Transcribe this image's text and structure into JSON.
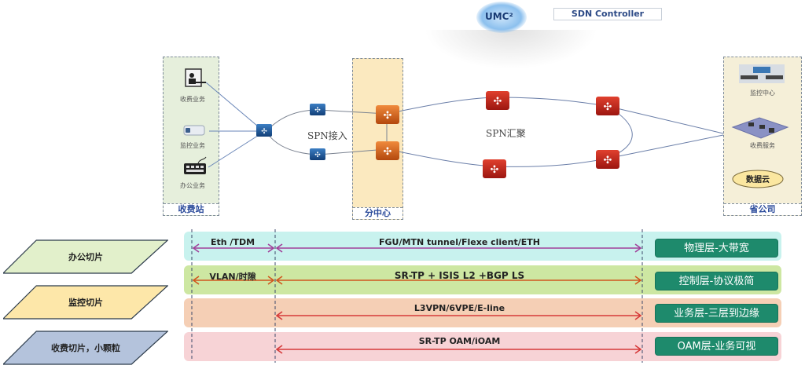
{
  "controller": {
    "logo_text": "UMC²",
    "title": "SDN Controller"
  },
  "sites": [
    {
      "name": "收费站",
      "devices": [
        "收费业务",
        "监控业务",
        "办公业务"
      ]
    },
    {
      "name": "分中心"
    },
    {
      "name": "省公司",
      "devices": [
        "监控中心",
        "收费服务",
        "数据云"
      ]
    }
  ],
  "rings": {
    "access": "SPN接入",
    "aggregation": "SPN汇聚"
  },
  "slices": [
    {
      "label": "办公切片",
      "color": "#e2f0cb"
    },
    {
      "label": "监控切片",
      "color": "#fde7a9"
    },
    {
      "label": "收费切片，小颗粒",
      "color": "#b4c3dc"
    }
  ],
  "layers": [
    {
      "left_label": "Eth /TDM",
      "main_label": "FGU/MTN tunnel/Flexe client/ETH",
      "tag": "物理层-大带宽",
      "band_color": "#c8f2ee",
      "arrow_color": "#a0409a"
    },
    {
      "left_label": "VLAN/时隙",
      "main_label": "SR-TP + ISIS L2 +BGP LS",
      "tag": "控制层-协议极简",
      "band_color": "#cde7a2",
      "arrow_color": "#d0561e"
    },
    {
      "left_label": "",
      "main_label": "L3VPN/6VPE/E-line",
      "tag": "业务层-三层到边缘",
      "band_color": "#f5cfb5",
      "arrow_color": "#d63a3a"
    },
    {
      "left_label": "",
      "main_label": "SR-TP OAM/iOAM",
      "tag": "OAM层-业务可视",
      "band_color": "#f7d3d6",
      "arrow_color": "#d63a3a"
    }
  ],
  "colors": {
    "tag_green": "#1e8a6c",
    "access_node": "#1d5a9c",
    "core_node_orange": "#d9631e",
    "core_node_red": "#c8241a"
  }
}
